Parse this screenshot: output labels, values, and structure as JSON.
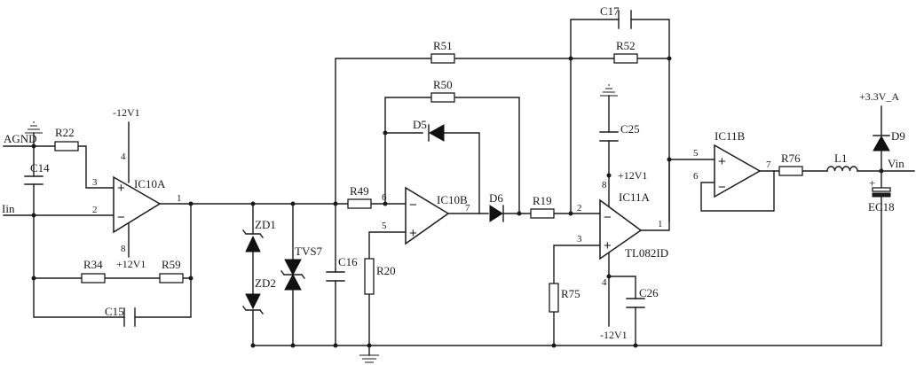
{
  "nets": {
    "agnd": "AGND",
    "iin": "Iin",
    "vin": "Vin",
    "neg12_top": "-12V1",
    "pos12_ic10a": "+12V1",
    "pos12_ic11a": "+12V1",
    "neg12_ic11a": "-12V1",
    "v33": "+3.3V_A"
  },
  "opamps": {
    "ic10a": "IC10A",
    "ic10b": "IC10B",
    "ic11a": "IC11A",
    "ic11b": "IC11B",
    "part": "TL082ID"
  },
  "pins": {
    "ic10a_in_plus": "3",
    "ic10a_in_minus": "2",
    "ic10a_out": "1",
    "ic10a_vminus": "4",
    "ic10a_vplus": "8",
    "ic10b_in_minus": "6",
    "ic10b_in_plus": "5",
    "ic10b_out": "7",
    "ic11a_in_minus": "2",
    "ic11a_in_plus": "3",
    "ic11a_out": "1",
    "ic11a_vplus": "8",
    "ic11a_vminus": "4",
    "ic11b_in_plus": "5",
    "ic11b_in_minus": "6",
    "ic11b_out": "7"
  },
  "signs": {
    "plus": "+",
    "minus": "−"
  },
  "resistors": {
    "r22": "R22",
    "r34": "R34",
    "r59": "R59",
    "r49": "R49",
    "r20": "R20",
    "r50": "R50",
    "r51": "R51",
    "r52": "R52",
    "r19": "R19",
    "r75": "R75",
    "r76": "R76"
  },
  "capacitors": {
    "c14": "C14",
    "c15": "C15",
    "c16": "C16",
    "c17": "C17",
    "c25": "C25",
    "c26": "C26",
    "ec18": "EC18",
    "ec18_polarity": "+"
  },
  "diodes": {
    "zd1": "ZD1",
    "zd2": "ZD2",
    "tvs7": "TVS7",
    "d5": "D5",
    "d6": "D6",
    "d9": "D9"
  },
  "inductors": {
    "l1": "L1"
  }
}
